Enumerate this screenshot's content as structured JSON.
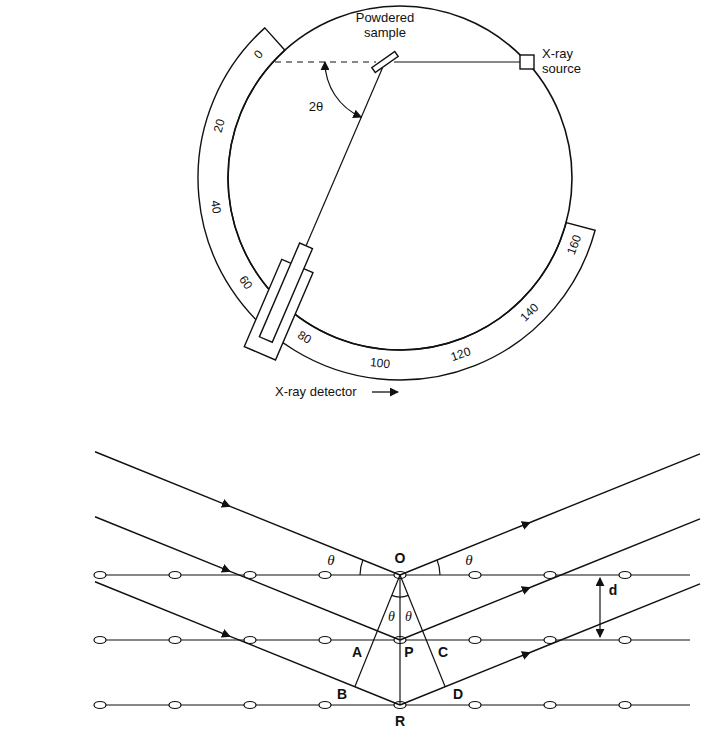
{
  "diagram": {
    "labels": [
      "Powdered sample",
      "X-ray source",
      "2θ",
      "X-ray detector",
      "0",
      "20",
      "40",
      "60",
      "80",
      "100",
      "120",
      "140",
      "160",
      "θ",
      "O",
      "θ",
      "θ",
      "θ",
      "d",
      "A",
      "P",
      "C",
      "B",
      "D",
      "R"
    ]
  }
}
